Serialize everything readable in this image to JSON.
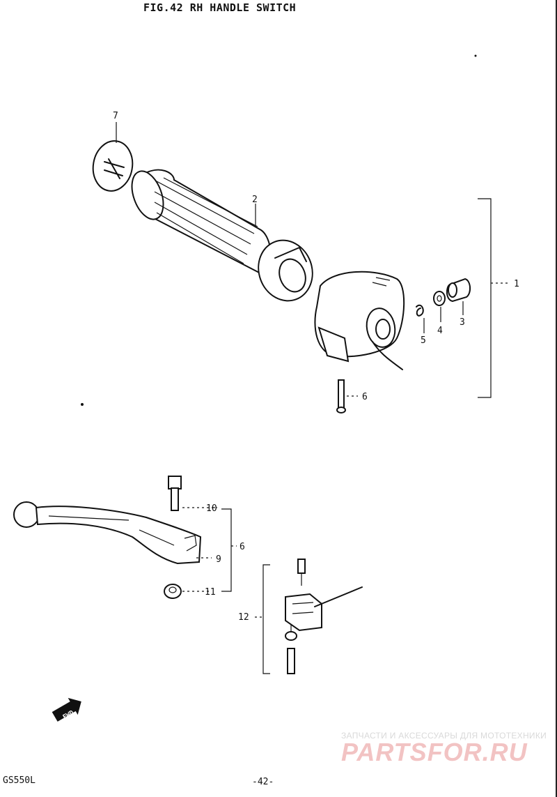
{
  "figure": {
    "title": "FIG.42  RH HANDLE SWITCH"
  },
  "callouts": {
    "c1": "1",
    "c2": "2",
    "c3": "3",
    "c4": "4",
    "c5": "5",
    "c6a": "6",
    "c6b": "6",
    "c7": "7",
    "c9": "9",
    "c10": "10",
    "c11": "11",
    "c12": "12"
  },
  "labels": {
    "fwd": "FWD"
  },
  "watermark": {
    "line1": "ЗАПЧАСТИ И АКСЕССУАРЫ ДЛЯ МОТОТЕХНИКИ",
    "line2": "PARTSFOR.RU"
  },
  "footer": {
    "model": "GS550L",
    "page": "-42-"
  }
}
